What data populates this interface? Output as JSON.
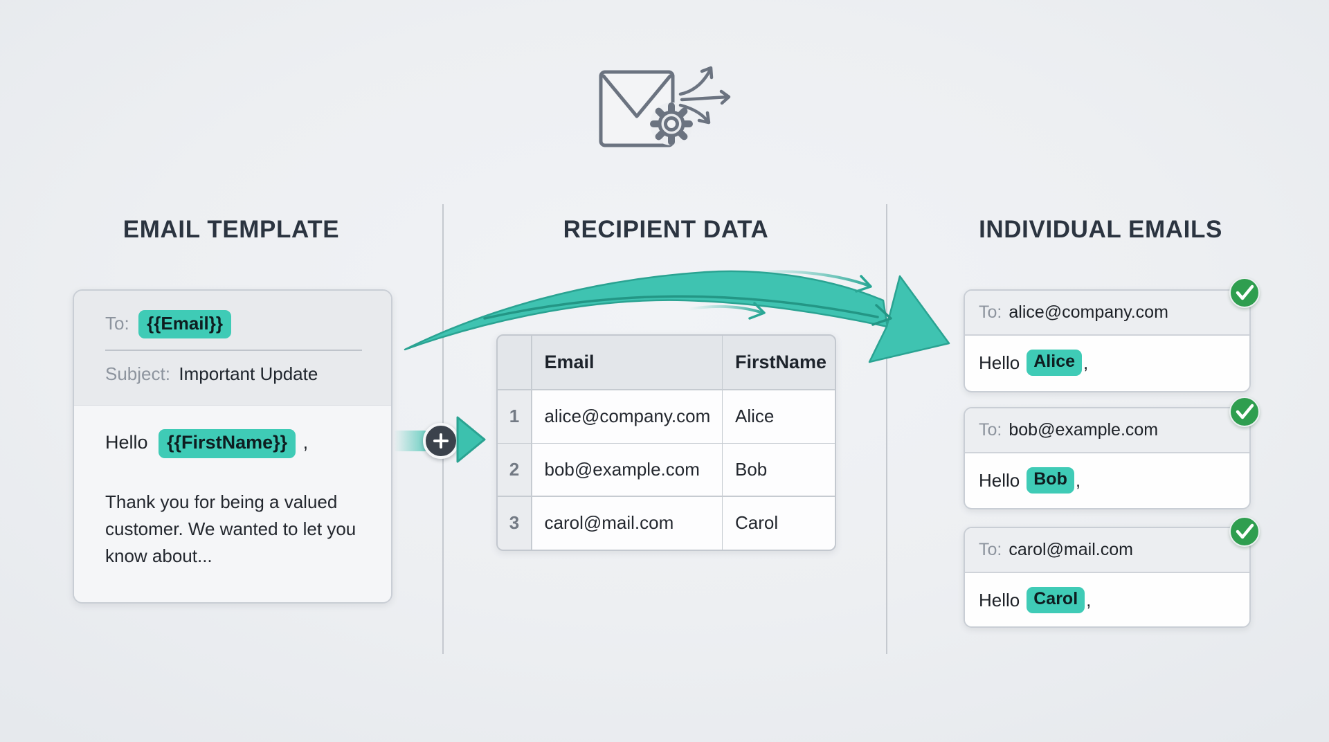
{
  "colors": {
    "accent_teal": "#3fcbb6",
    "accent_teal_dark": "#2aa795",
    "success_green": "#2f9e4f",
    "heading_text": "#2b3440",
    "muted_text": "#8d949e",
    "dark_circle": "#3b424c"
  },
  "top_icon": {
    "name": "mail-merge-icon",
    "parts": [
      "envelope-icon",
      "gear-icon",
      "fan-out-arrows-icon"
    ]
  },
  "connector": {
    "plus_symbol": "+"
  },
  "sections": {
    "template": {
      "heading": "EMAIL TEMPLATE",
      "to_label": "To:",
      "to_value": "{{Email}}",
      "subject_label": "Subject:",
      "subject_value": "Important Update",
      "greeting_prefix": "Hello",
      "greeting_variable": "{{FirstName}}",
      "greeting_suffix": ",",
      "body": "Thank you for being a valued customer. We wanted to let you know about..."
    },
    "recipients": {
      "heading": "RECIPIENT DATA",
      "table": {
        "headers": [
          "Email",
          "FirstName"
        ],
        "rows": [
          {
            "num": "1",
            "email": "alice@company.com",
            "first_name": "Alice"
          },
          {
            "num": "2",
            "email": "bob@example.com",
            "first_name": "Bob"
          },
          {
            "num": "3",
            "email": "carol@mail.com",
            "first_name": "Carol"
          }
        ]
      }
    },
    "emails": {
      "heading": "INDIVIDUAL EMAILS",
      "cards": [
        {
          "to_label": "To:",
          "to_value": "alice@company.com",
          "greeting_prefix": "Hello",
          "name": "Alice",
          "greeting_suffix": ","
        },
        {
          "to_label": "To:",
          "to_value": "bob@example.com",
          "greeting_prefix": "Hello",
          "name": "Bob",
          "greeting_suffix": ","
        },
        {
          "to_label": "To:",
          "to_value": "carol@mail.com",
          "greeting_prefix": "Hello",
          "name": "Carol",
          "greeting_suffix": ","
        }
      ]
    }
  }
}
